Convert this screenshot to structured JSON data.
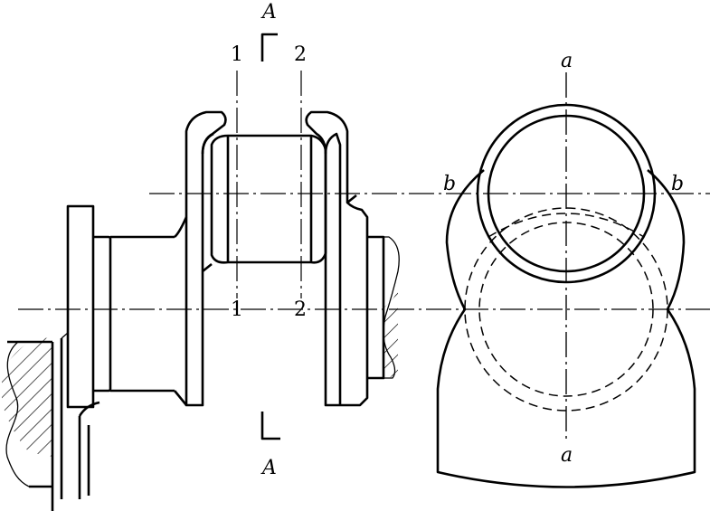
{
  "labels": {
    "section_top": "A",
    "section_bottom": "A",
    "plane1_top": "1",
    "plane2_top": "2",
    "plane1_bottom": "1",
    "plane2_bottom": "2",
    "axis_a_top": "a",
    "axis_a_bottom": "a",
    "axis_b_left": "b",
    "axis_b_right": "b"
  }
}
